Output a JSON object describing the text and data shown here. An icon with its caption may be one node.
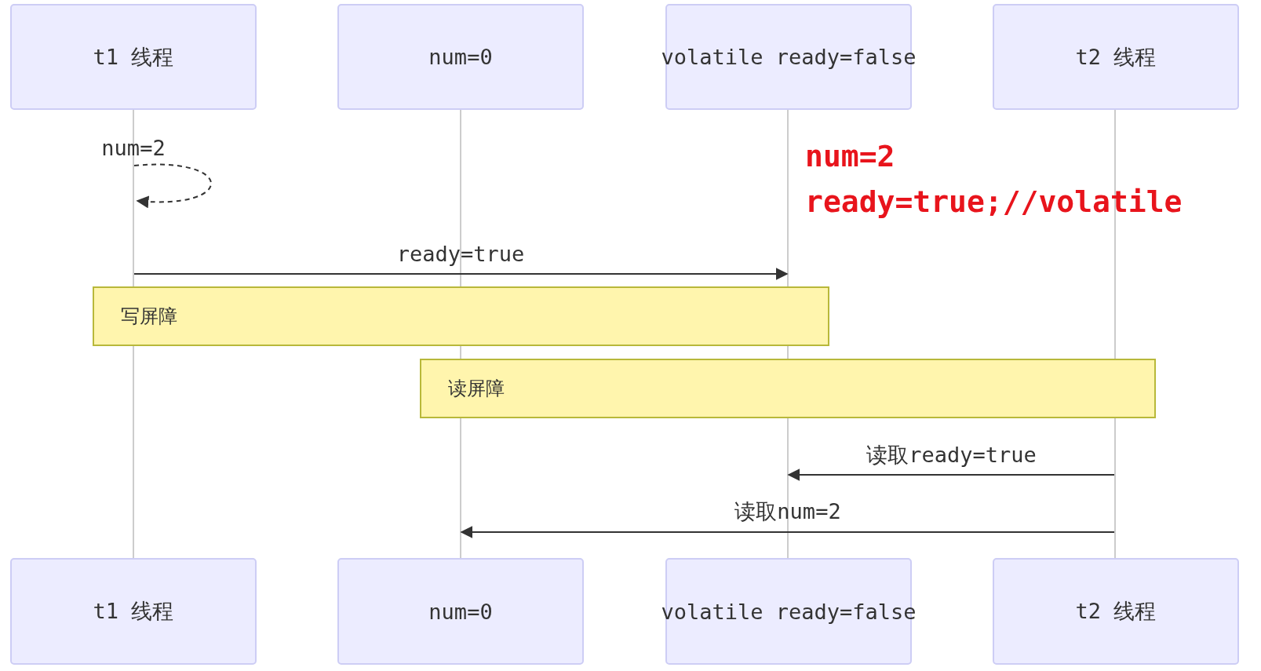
{
  "diagram": {
    "nodes": [
      {
        "text": [
          "t1 线程"
        ]
      },
      {
        "text": [
          "num=0"
        ]
      },
      {
        "text": [
          "volatile ready=false"
        ]
      },
      {
        "text": [
          "t2 线程"
        ]
      },
      {
        "text": [],
        "shape": "bar"
      },
      {
        "text": [],
        "shape": "bar"
      },
      {
        "text": [],
        "shape": "bar"
      },
      {
        "text": [],
        "shape": "bar"
      },
      {
        "text": [
          "写屏障"
        ]
      },
      {
        "text": [
          "读屏障"
        ]
      },
      {
        "text": [
          "t1 线程"
        ]
      },
      {
        "text": [
          "num=0"
        ]
      },
      {
        "text": [
          "volatile ready=false"
        ]
      },
      {
        "text": [
          "t2 线程"
        ]
      }
    ],
    "edges": [
      {
        "from": 4,
        "to": 4,
        "arrow": "to",
        "label": "num=2",
        "style": "dashed"
      },
      {
        "from": 4,
        "to": 6,
        "arrow": "to",
        "label": "ready=true"
      },
      {
        "from": 7,
        "to": 6,
        "arrow": "to",
        "label": "读取ready=true"
      },
      {
        "from": 7,
        "to": 5,
        "arrow": "to",
        "label": "读取num=2"
      }
    ],
    "labels": [
      "num=2",
      "ready=true;//volatile"
    ]
  }
}
